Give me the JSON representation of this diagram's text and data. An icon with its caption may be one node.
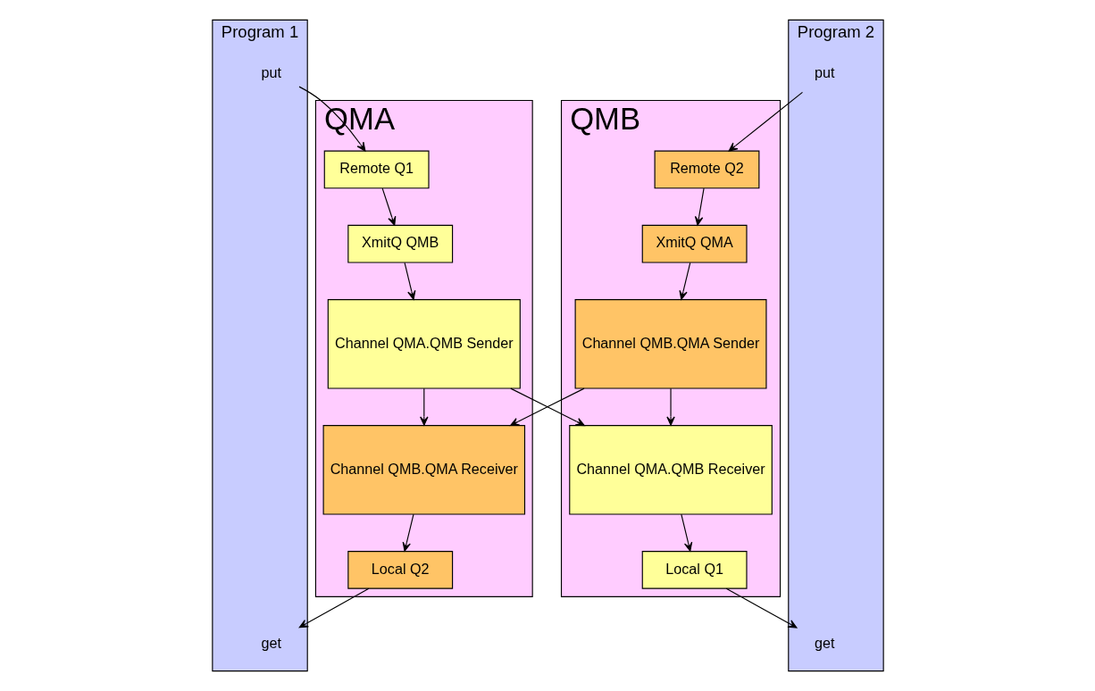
{
  "diagram": {
    "nodes": [
      {
        "text": [
          "Program 1"
        ]
      },
      {
        "text": [
          "get"
        ],
        "in": 0
      },
      {
        "text": [
          "put"
        ],
        "in": 0
      },
      {
        "text": [
          "Program 2"
        ]
      },
      {
        "text": [
          "get"
        ],
        "in": 3
      },
      {
        "text": [
          "put"
        ],
        "in": 3
      },
      {
        "text": [
          "QMA"
        ]
      },
      {
        "text": [
          "Local Q2"
        ],
        "in": 6
      },
      {
        "text": [
          "Remote Q1"
        ],
        "in": 6
      },
      {
        "text": [
          "XmitQ QMB"
        ],
        "in": 6
      },
      {
        "text": [
          "Channel QMB.QMA Receiver"
        ],
        "in": 6
      },
      {
        "text": [
          "Channel QMA.QMB Sender"
        ],
        "in": 6
      },
      {
        "text": [
          "QMB"
        ]
      },
      {
        "text": [
          "Local Q1"
        ],
        "in": 12
      },
      {
        "text": [
          "Remote Q2"
        ],
        "in": 12
      },
      {
        "text": [
          "XmitQ QMA"
        ],
        "in": 12
      },
      {
        "text": [
          "Channel QMA.QMB Receiver"
        ],
        "in": 12
      },
      {
        "text": [
          "Channel QMB.QMA Sender"
        ],
        "in": 12
      }
    ],
    "edges": [
      {
        "from": 7,
        "to": 1,
        "arrow": "to"
      },
      {
        "from": 2,
        "to": 8,
        "arrow": "to"
      },
      {
        "from": 8,
        "to": 9,
        "arrow": "to"
      },
      {
        "from": 9,
        "to": 11,
        "arrow": "to"
      },
      {
        "from": 10,
        "to": 7,
        "arrow": "to"
      },
      {
        "from": 13,
        "to": 4,
        "arrow": "to"
      },
      {
        "from": 5,
        "to": 14,
        "arrow": "to"
      },
      {
        "from": 14,
        "to": 15,
        "arrow": "to"
      },
      {
        "from": 15,
        "to": 17,
        "arrow": "to"
      },
      {
        "from": 16,
        "to": 13,
        "arrow": "to"
      },
      {
        "from": 11,
        "to": 10,
        "arrow": "to"
      },
      {
        "from": 11,
        "to": 16,
        "arrow": "to"
      },
      {
        "from": 17,
        "to": 10,
        "arrow": "to"
      },
      {
        "from": 17,
        "to": 16,
        "arrow": "to"
      }
    ]
  }
}
